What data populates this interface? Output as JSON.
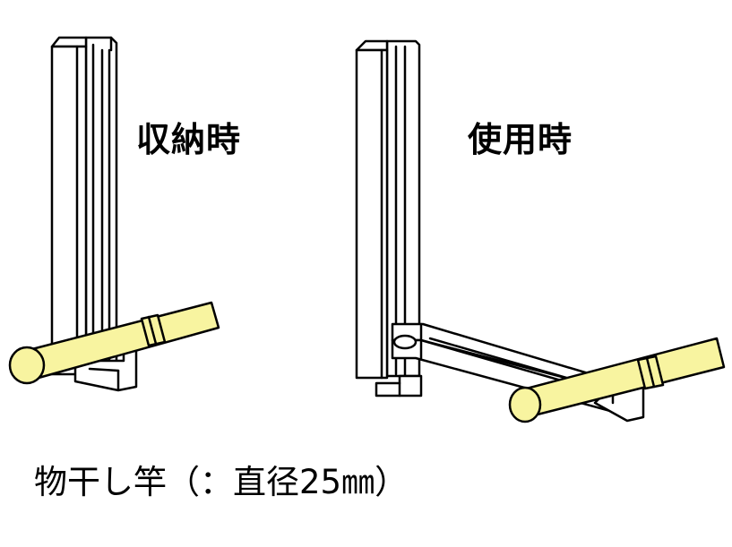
{
  "labels": {
    "stored": "収納時",
    "in_use": "使用時"
  },
  "caption": "物干し竿（：直径25㎜）",
  "colors": {
    "pole_fill": "#f8f4a0",
    "outline": "#000000",
    "background": "#ffffff"
  }
}
